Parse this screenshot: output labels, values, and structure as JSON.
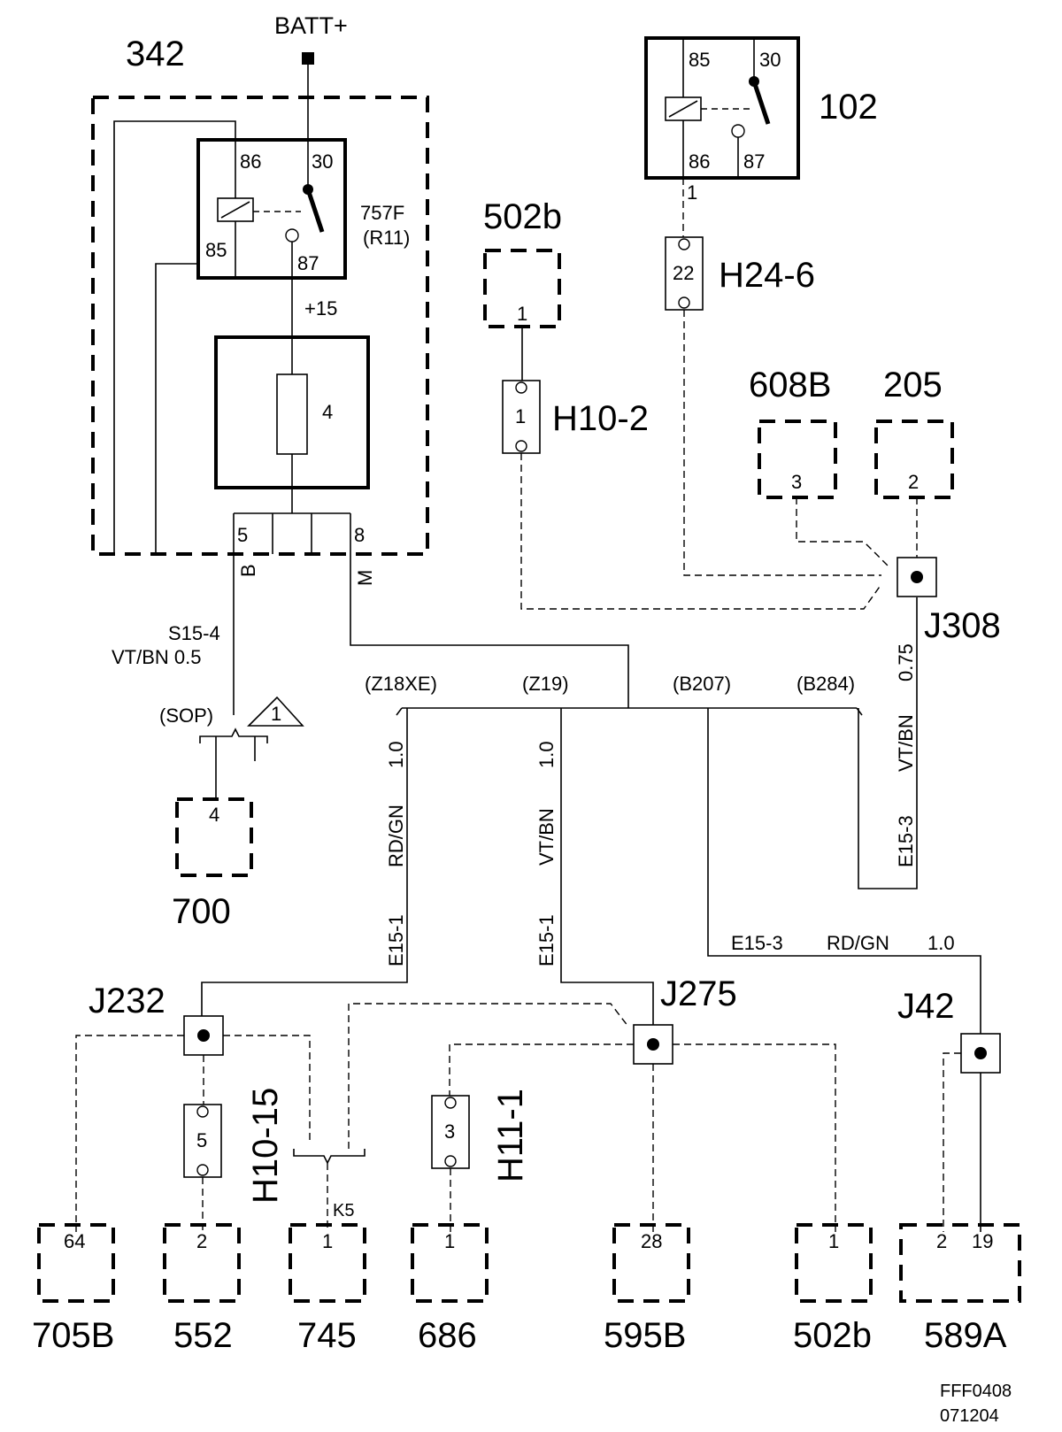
{
  "top": {
    "batt": "BATT+",
    "module_342": "342",
    "relay_757f_name": "757F",
    "relay_757f_sub": "(R11)",
    "relay_757f_pins": {
      "p86": "86",
      "p30": "30",
      "p85": "85",
      "p87": "87"
    },
    "plus15": "+15",
    "fuse": "4",
    "pin5": "5",
    "pin8": "8",
    "b": "B",
    "m": "M",
    "relay_102": "102",
    "relay_102_pins": {
      "p85": "85",
      "p30": "30",
      "p86": "86",
      "p87": "87"
    },
    "relay_102_out": "1"
  },
  "connectors": {
    "h24_6": {
      "name": "H24-6",
      "pin": "22"
    },
    "h10_2": {
      "name": "H10-2",
      "pin": "1"
    },
    "h10_15": {
      "name": "H10-15",
      "pin": "5"
    },
    "h11_1": {
      "name": "H11-1",
      "pin": "3"
    },
    "k5": "K5"
  },
  "components": {
    "c502b_top": {
      "name": "502b",
      "pin": "1"
    },
    "c608b": {
      "name": "608B",
      "pin": "3"
    },
    "c205": {
      "name": "205",
      "pin": "2"
    },
    "c700": {
      "name": "700",
      "pin": "4"
    },
    "c705b": {
      "name": "705B",
      "pin": "64"
    },
    "c552": {
      "name": "552",
      "pin": "2"
    },
    "c745": {
      "name": "745",
      "pin": "1"
    },
    "c686": {
      "name": "686",
      "pin": "1"
    },
    "c595b": {
      "name": "595B",
      "pin": "28"
    },
    "c502b_bot": {
      "name": "502b",
      "pin": "1"
    },
    "c589a": {
      "name": "589A",
      "pin_a": "2",
      "pin_b": "19"
    }
  },
  "splices": {
    "j308": "J308",
    "j232": "J232",
    "j275": "J275",
    "j42": "J42"
  },
  "wires": {
    "s15_4": "S15-4",
    "s15_4_spec": "VT/BN  0.5",
    "sop": "(SOP)",
    "warning": "1",
    "z18xe": "(Z18XE)",
    "z19": "(Z19)",
    "b207": "(B207)",
    "b284": "(B284)",
    "w1_size": "1.0",
    "w1_color": "RD/GN",
    "w1_id": "E15-1",
    "w2_size": "1.0",
    "w2_color": "VT/BN",
    "w2_id": "E15-1",
    "w3_size": "0.75",
    "w3_color": "VT/BN",
    "w3_id": "E15-3",
    "w4_id": "E15-3",
    "w4_color": "RD/GN",
    "w4_size": "1.0"
  },
  "footer": {
    "code": "FFF0408",
    "date": "071204"
  }
}
